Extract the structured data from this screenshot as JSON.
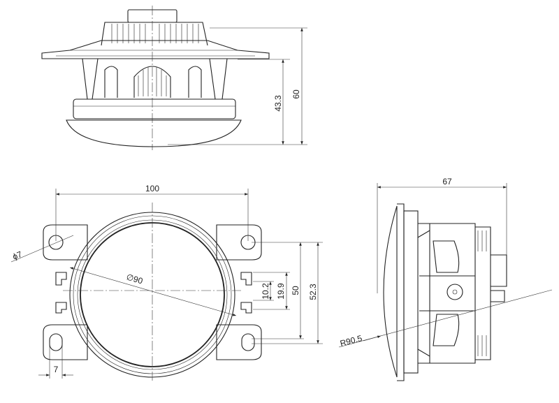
{
  "drawing": {
    "top_view": {
      "dim_height_body": "43.3",
      "dim_height_total": "60"
    },
    "front_view": {
      "dim_width": "100",
      "dim_hole": "ϕ7",
      "dim_diameter": "∅90",
      "dim_clip_gap": "10.2",
      "dim_clip_span": "19.9",
      "dim_hole_spacing": "50",
      "dim_hole_spacing_outer": "52.3",
      "dim_slot_width": "7"
    },
    "side_view": {
      "dim_depth": "67",
      "dim_radius": "R90.5"
    }
  }
}
